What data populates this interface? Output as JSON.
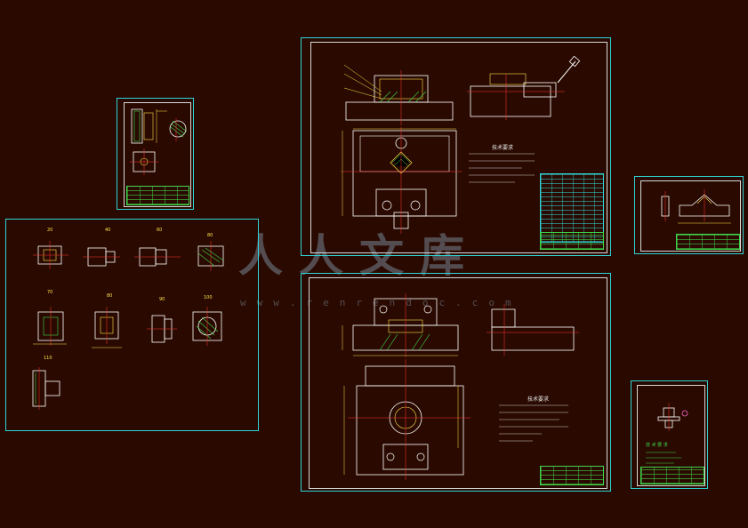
{
  "canvas": {
    "background": "#2a0a00"
  },
  "colors": {
    "frame": "#2fd3d3",
    "inner_border": "#d8d8d8",
    "geometry": "#ffffff",
    "dimension": "#ffe24a",
    "center_line": "#ff3030",
    "title_block": "#3dd64a",
    "hatch": "#ff66cc"
  },
  "watermark": {
    "text": "人人文库",
    "url": "www.renrendoc.com"
  },
  "parts_sheet": {
    "labels": [
      "20",
      "40",
      "60",
      "80",
      "70",
      "80",
      "90",
      "100",
      "110"
    ]
  },
  "assembly_sheet": {
    "notes_title": "技术要求"
  },
  "fixture_sheet": {
    "notes_title": "技术要求"
  },
  "small_sheet_br": {
    "notes_title": "技 术 要 求"
  }
}
